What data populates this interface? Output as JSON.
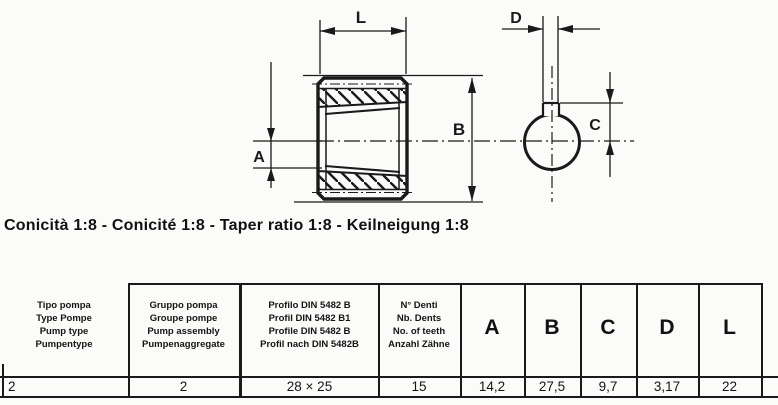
{
  "caption": "Conicità 1:8 - Conicité 1:8 - Taper ratio 1:8 - Keilneigung 1:8",
  "drawing": {
    "labels": {
      "L": "L",
      "A": "A",
      "B": "B",
      "C": "C",
      "D": "D"
    }
  },
  "table": {
    "columns": [
      {
        "header_lines": [
          "Tipo pompa",
          "Type Pompe",
          "Pump type",
          "Pumpentype"
        ],
        "value": "2"
      },
      {
        "header_lines": [
          "Gruppo pompa",
          "Groupe pompe",
          "Pump assembly",
          "Pumpenaggregate"
        ],
        "value": "2"
      },
      {
        "header_lines": [
          "Profilo DIN 5482 B",
          "Profil DIN 5482 B1",
          "Profile DIN 5482 B",
          "Profil nach DIN 5482B"
        ],
        "value": "28 × 25"
      },
      {
        "header_lines": [
          "N° Denti",
          "Nb. Dents",
          "No. of teeth",
          "Anzahl Zähne"
        ],
        "value": "15"
      },
      {
        "header": "A",
        "value": "14,2"
      },
      {
        "header": "B",
        "value": "27,5"
      },
      {
        "header": "C",
        "value": "9,7"
      },
      {
        "header": "D",
        "value": "3,17"
      },
      {
        "header": "L",
        "value": "22"
      }
    ]
  }
}
